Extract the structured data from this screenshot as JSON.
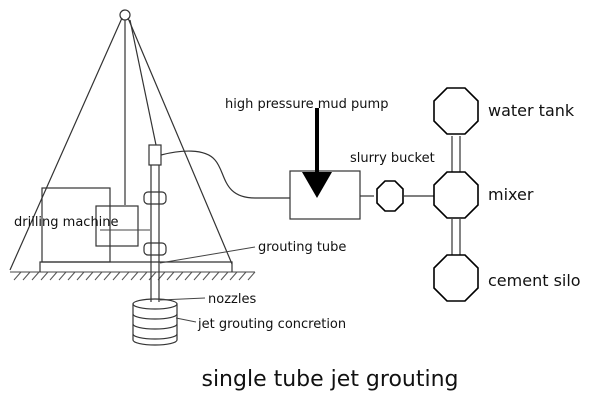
{
  "labels": {
    "high_pressure_mud_pump": "high pressure mud pump",
    "slurry_bucket": "slurry bucket",
    "water_tank": "water tank",
    "mixer": "mixer",
    "cement_silo": "cement silo",
    "drilling_machine": "drilling machine",
    "grouting_tube": "grouting tube",
    "nozzles": "nozzles",
    "jet_grouting_concretion": "jet grouting concretion"
  },
  "caption": "single tube jet grouting",
  "colors": {
    "line": "#333333",
    "outline": "#000000",
    "background": "#ffffff"
  }
}
